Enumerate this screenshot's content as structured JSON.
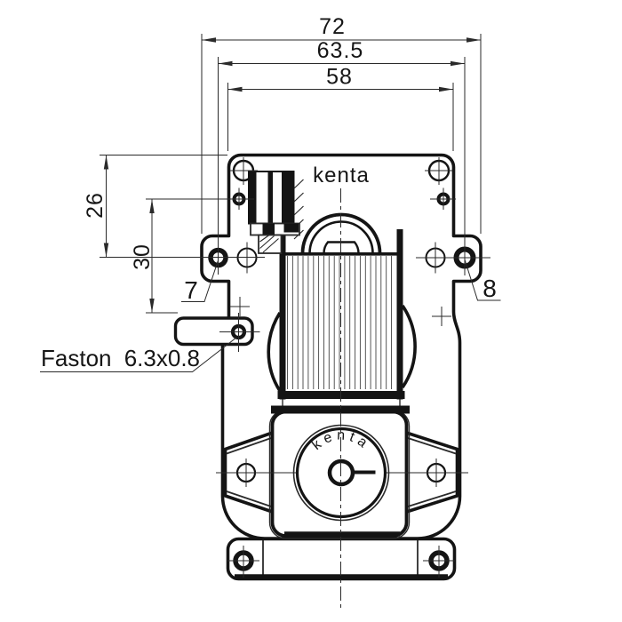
{
  "drawing": {
    "type_label": "gear-motor front view technical drawing",
    "brand_top": "kenta",
    "brand_face": "kenta",
    "dims": {
      "d72": "72",
      "d63_5": "63.5",
      "d58": "58",
      "d26": "26",
      "d30": "30"
    },
    "callouts": {
      "hole7": "7",
      "hole8": "8",
      "faston": "Faston 6.3x0.8"
    },
    "colors": {
      "line": "#141414",
      "background": "#ffffff"
    }
  }
}
